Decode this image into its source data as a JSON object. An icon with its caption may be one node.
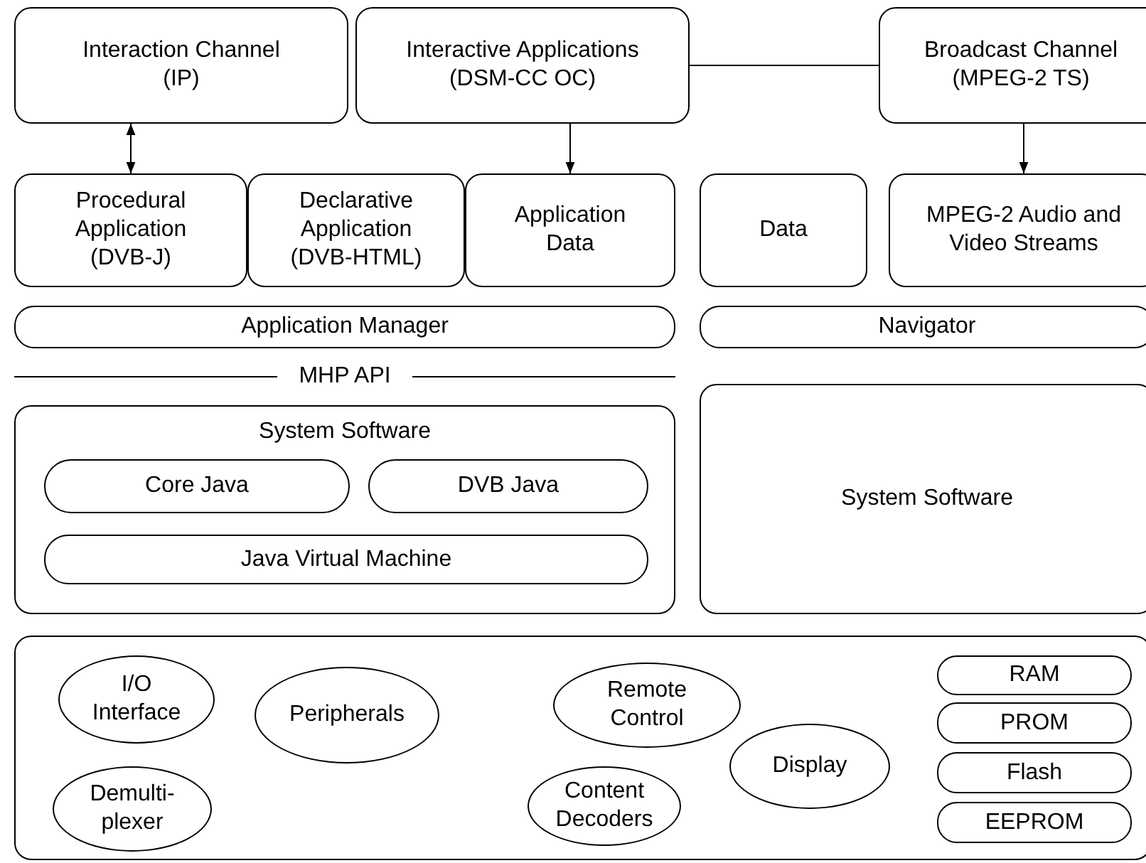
{
  "diagram": {
    "nodes": [
      {
        "text": [
          "Interaction Channel (IP)"
        ]
      },
      {
        "text": [
          "Interactive Applications (DSM-CC OC)"
        ]
      },
      {
        "text": [
          "Broadcast Channel (MPEG-2 TS)"
        ]
      },
      {
        "text": [
          "Procedural Application (DVB-J)"
        ]
      },
      {
        "text": [
          "Declarative Application (DVB-HTML)"
        ]
      },
      {
        "text": [
          "Application Data"
        ]
      },
      {
        "text": [
          "Data"
        ]
      },
      {
        "text": [
          "MPEG-2 Audio and Video Streams"
        ]
      },
      {
        "text": [
          "Application Manager"
        ]
      },
      {
        "text": [
          "Navigator"
        ]
      },
      {
        "text": [
          "System Software"
        ]
      },
      {
        "text": [
          "Core Java"
        ],
        "in": 10
      },
      {
        "text": [
          "DVB Java"
        ],
        "in": 10
      },
      {
        "text": [
          "Java Virtual Machine"
        ],
        "in": 10
      },
      {
        "text": [
          "System Software"
        ]
      },
      {
        "text": [],
        "shape": "box"
      },
      {
        "text": [
          "I/O Interface"
        ],
        "in": 15
      },
      {
        "text": [
          "Remote Control"
        ],
        "in": 15
      },
      {
        "text": [
          "RAM"
        ],
        "in": 15
      },
      {
        "text": [
          "PROM"
        ],
        "in": 15
      },
      {
        "text": [
          "Peripherals"
        ],
        "in": 15
      },
      {
        "text": [
          "Display"
        ],
        "in": 15
      },
      {
        "text": [
          "Flash"
        ],
        "in": 15
      },
      {
        "text": [
          "Demulti- plexer"
        ],
        "in": 15
      },
      {
        "text": [
          "Content Decoders"
        ],
        "in": 15
      },
      {
        "text": [
          "EEPROM"
        ],
        "in": 15
      }
    ],
    "edges": [
      {
        "from": 0,
        "to": 3,
        "arrow": "both"
      },
      {
        "from": 1,
        "to": 5,
        "arrow": "to"
      },
      {
        "from": 2,
        "to": 7,
        "arrow": "to"
      },
      {
        "from": 1,
        "to": 2,
        "arrow": "none"
      }
    ],
    "labels": [
      "MHP API"
    ]
  }
}
